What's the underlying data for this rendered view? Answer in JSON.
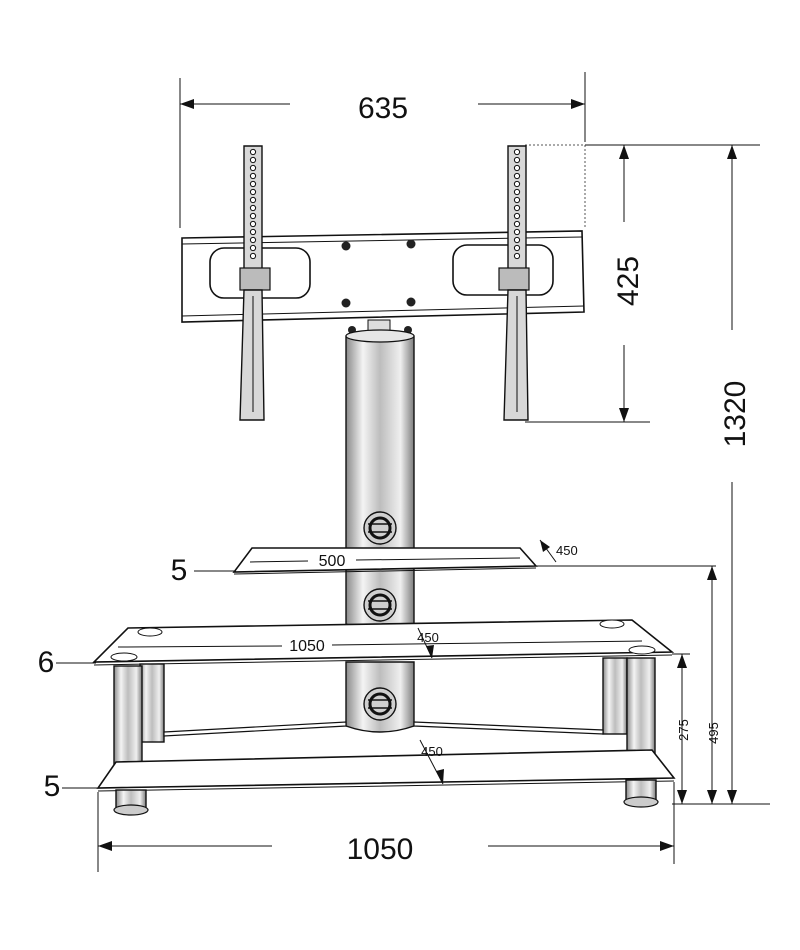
{
  "dimensions": {
    "bracket_width": "635",
    "bracket_height": "425",
    "total_height": "1320",
    "top_shelf_width": "500",
    "top_shelf_depth": "450",
    "middle_shelf_width": "1050",
    "middle_shelf_depth": "450",
    "bottom_shelf_depth": "450",
    "base_width": "1050",
    "middle_shelf_height": "275",
    "top_shelf_height": "495"
  },
  "thickness": {
    "top_shelf": "5",
    "middle_shelf": "6",
    "bottom_shelf": "5"
  }
}
